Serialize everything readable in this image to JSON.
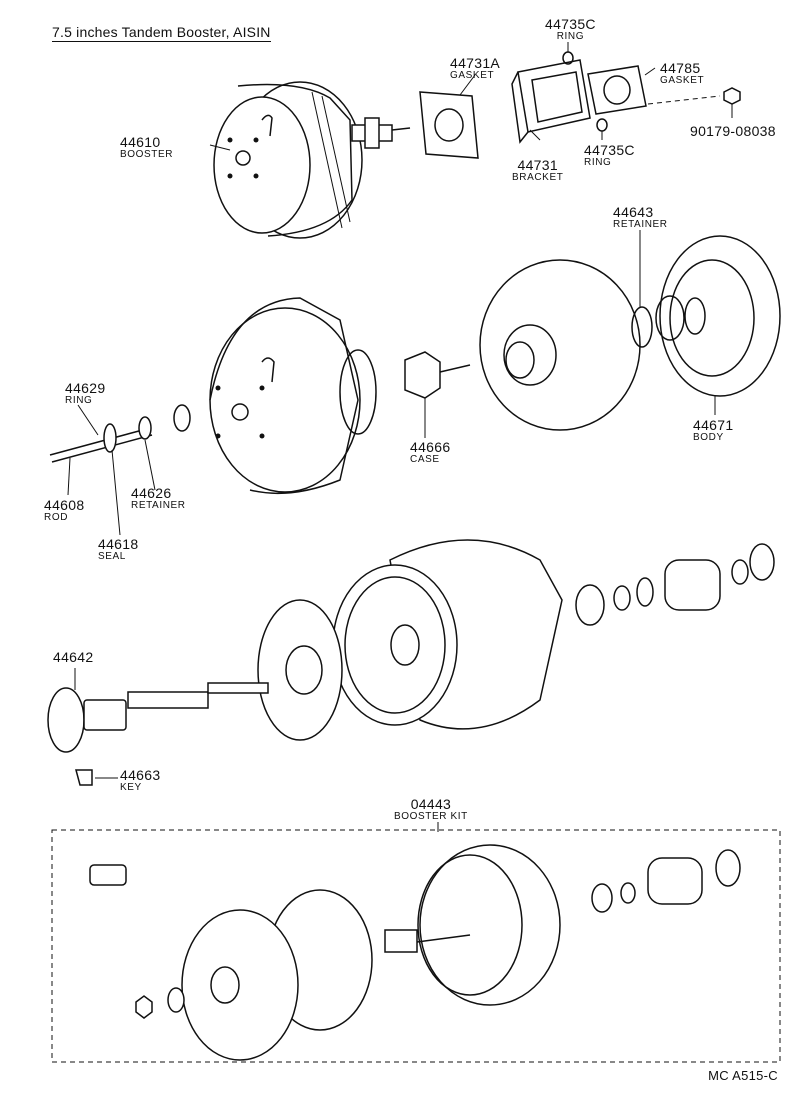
{
  "title": "7.5 inches Tandem Booster, AISIN",
  "parts": {
    "p44610": {
      "num": "44610",
      "name": "BOOSTER"
    },
    "p44731A": {
      "num": "44731A",
      "name": "GASKET"
    },
    "p44735C_top": {
      "num": "44735C",
      "name": "RING"
    },
    "p44785": {
      "num": "44785",
      "name": "GASKET"
    },
    "p90179": {
      "num": "90179-08038"
    },
    "p44731": {
      "num": "44731",
      "name": "BRACKET"
    },
    "p44735C_bot": {
      "num": "44735C",
      "name": "RING"
    },
    "p44643": {
      "num": "44643",
      "name": "RETAINER"
    },
    "p44629": {
      "num": "44629",
      "name": "RING"
    },
    "p44666": {
      "num": "44666",
      "name": "CASE"
    },
    "p44671": {
      "num": "44671",
      "name": "BODY"
    },
    "p44608": {
      "num": "44608",
      "name": "ROD"
    },
    "p44626": {
      "num": "44626",
      "name": "RETAINER"
    },
    "p44618": {
      "num": "44618",
      "name": "SEAL"
    },
    "p44642": {
      "num": "44642"
    },
    "p44663": {
      "num": "44663",
      "name": "KEY"
    },
    "p04443": {
      "num": "04443",
      "name": "BOOSTER KIT"
    }
  },
  "footer": "MC  A515-C"
}
